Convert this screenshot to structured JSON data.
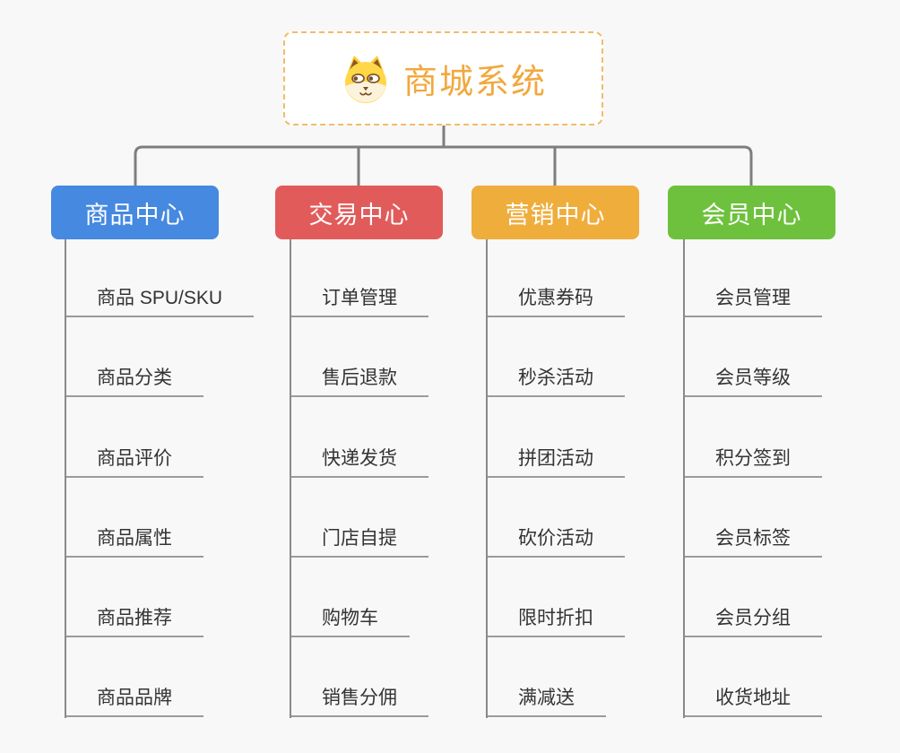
{
  "canvas": {
    "background": "#F8F8F8",
    "connector_color": "#7E7E7E",
    "trunk_color": "#8A8A8A",
    "underline_color": "#9B9B9B"
  },
  "root": {
    "label": "商城系统",
    "icon": "dog-face-icon",
    "text_color": "#F2A83E",
    "border_color": "#F2BC69"
  },
  "branches": [
    {
      "id": "product-center",
      "label": "商品中心",
      "color": "#4589E0",
      "children": [
        "商品 SPU/SKU",
        "商品分类",
        "商品评价",
        "商品属性",
        "商品推荐",
        "商品品牌"
      ]
    },
    {
      "id": "trade-center",
      "label": "交易中心",
      "color": "#E25B5B",
      "children": [
        "订单管理",
        "售后退款",
        "快递发货",
        "门店自提",
        "购物车",
        "销售分佣"
      ]
    },
    {
      "id": "marketing-center",
      "label": "营销中心",
      "color": "#EFAD3C",
      "children": [
        "优惠券码",
        "秒杀活动",
        "拼团活动",
        "砍价活动",
        "限时折扣",
        "满减送"
      ]
    },
    {
      "id": "member-center",
      "label": "会员中心",
      "color": "#6EC13D",
      "children": [
        "会员管理",
        "会员等级",
        "积分签到",
        "会员标签",
        "会员分组",
        "收货地址"
      ]
    }
  ]
}
